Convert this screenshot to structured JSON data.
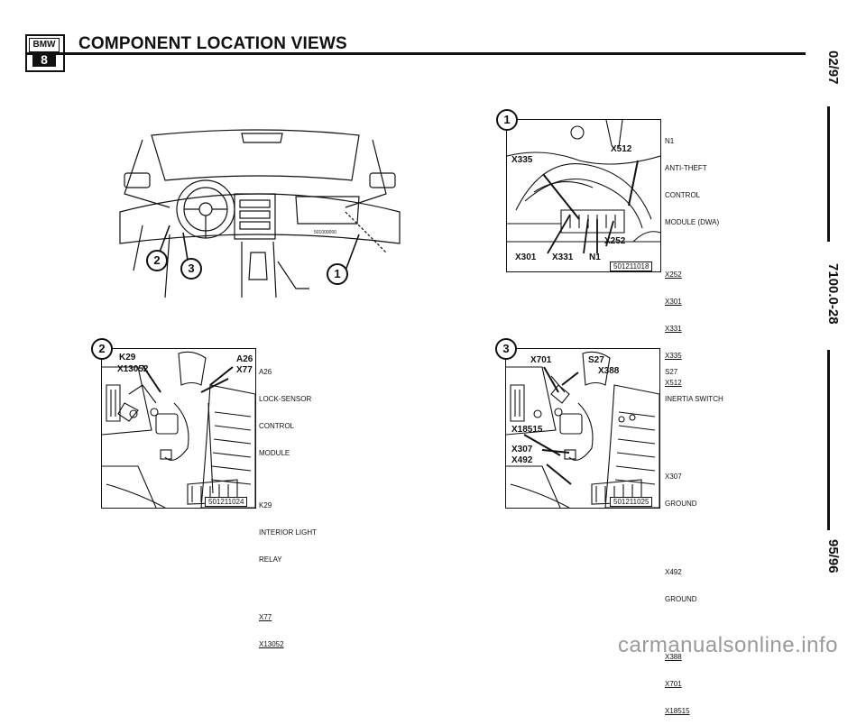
{
  "header": {
    "logo_top": "BMW",
    "logo_bottom": "8",
    "title": "COMPONENT LOCATION VIEWS"
  },
  "side_labels": {
    "date_top": "02/97",
    "page_code": "7100.0-28",
    "date_bottom": "95/96"
  },
  "overview": {
    "callouts": [
      "2",
      "3",
      "1"
    ],
    "small_code": "501000000"
  },
  "fig1": {
    "number": "1",
    "labels": [
      "X512",
      "X335",
      "X252",
      "X301",
      "X331",
      "N1"
    ],
    "fig_id": "501211018",
    "caption": {
      "n1": "N1",
      "line1": "ANTI-THEFT",
      "line2": "CONTROL",
      "line3": "MODULE (DWA)",
      "connectors": [
        "X252",
        "X301",
        "X331",
        "X335",
        "X512"
      ]
    }
  },
  "fig2": {
    "number": "2",
    "labels": [
      "K29",
      "X13052",
      "A26",
      "X77"
    ],
    "fig_id": "501211024",
    "caption": {
      "a26": "A26",
      "a26_line1": "LOCK-SENSOR",
      "a26_line2": "CONTROL",
      "a26_line3": "MODULE",
      "k29": "K29",
      "k29_line1": "INTERIOR LIGHT",
      "k29_line2": "RELAY",
      "connectors": [
        "X77",
        "X13052"
      ]
    }
  },
  "fig3": {
    "number": "3",
    "labels": [
      "X701",
      "S27",
      "X388",
      "X18515",
      "X307",
      "X492"
    ],
    "fig_id": "501211025",
    "caption": {
      "s27": "S27",
      "s27_line1": "INERTIA SWITCH",
      "x307": "X307",
      "x307_line1": "GROUND",
      "x492": "X492",
      "x492_line1": "GROUND",
      "connectors": [
        "X388",
        "X701",
        "X18515"
      ]
    }
  },
  "watermark": "carmanualsonline.info"
}
